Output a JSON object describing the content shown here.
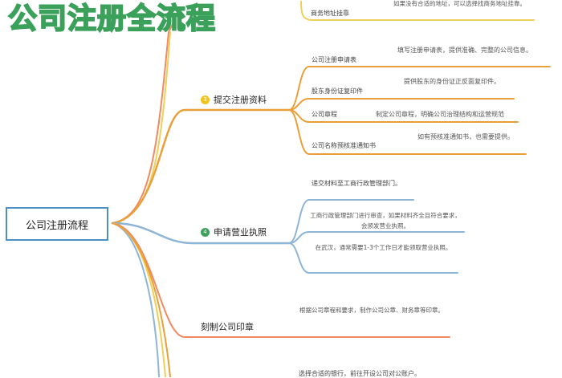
{
  "title": "公司注册全流程",
  "root": "公司注册流程",
  "colors": {
    "orange": "#e9a03a",
    "yellow": "#f0cf5a",
    "blue": "#8fb5d6",
    "red": "#ef8a62",
    "green": "#3aa05a"
  },
  "top_branch": {
    "label": "商务地址挂靠",
    "desc": "如果没有合适的地址，可以选择找商务地址挂靠。"
  },
  "step3": {
    "num": "3",
    "label": "提交注册资料",
    "items": [
      {
        "label": "公司注册申请表",
        "desc": "填写注册申请表，提供准确、完整的公司信息。"
      },
      {
        "label": "股东身份证复印件",
        "desc": "提供股东的身份证正反面复印件。"
      },
      {
        "label": "公司章程",
        "desc": "制定公司章程，明确公司治理结构和运营规范"
      },
      {
        "label": "公司名称预核准通知书",
        "desc": "如有预核准通知书，也需要提供。"
      }
    ]
  },
  "step4": {
    "num": "4",
    "label": "申请营业执照",
    "items": [
      "递交材料至工商行政管理部门。",
      "工商行政管理部门进行审查，如果材料齐全且符合要求，会颁发营业执照。",
      "在武汉，通常需要1-3个工作日才能领取营业执照。"
    ]
  },
  "seal": {
    "label": "刻制公司印章",
    "desc": "根据公司章程和要求，制作公司公章、财务章等印章。"
  },
  "bank": {
    "desc": "选择合适的银行，前往开设公司对公账户。"
  }
}
